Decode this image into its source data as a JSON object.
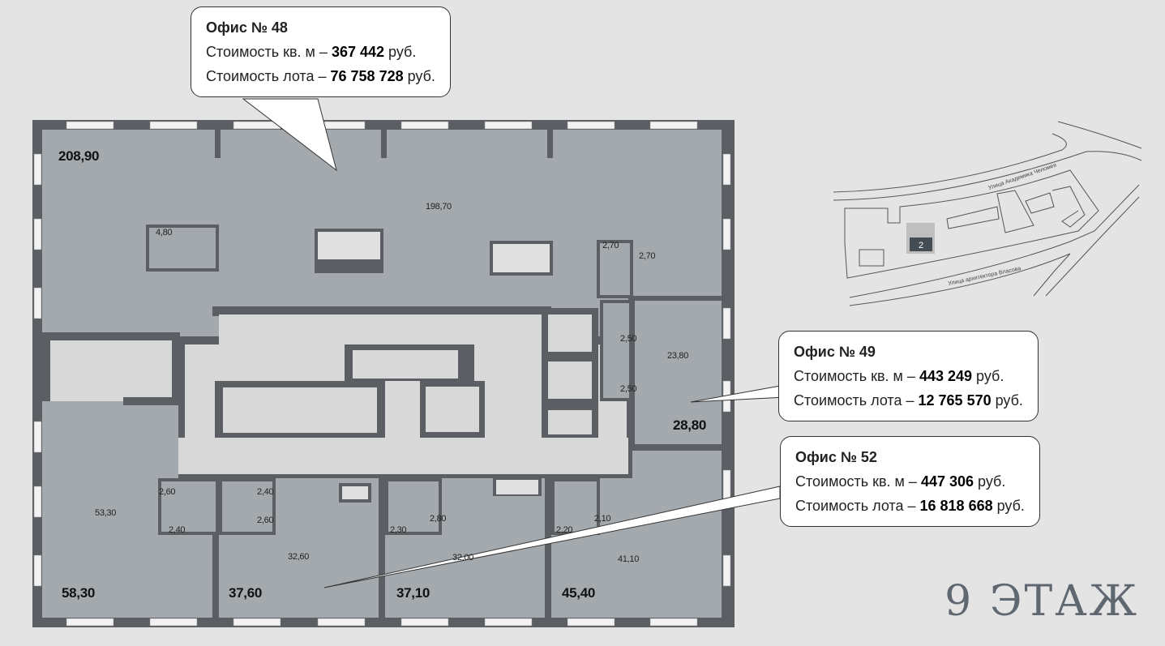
{
  "floor_title": "9 ЭТАЖ",
  "callouts": [
    {
      "title": "Офис № 48",
      "price_sqm_label": "Стоимость кв. м – ",
      "price_sqm": "367 442",
      "price_lot_label": "Стоимость лота – ",
      "price_lot": "76 758 728",
      "currency": " руб."
    },
    {
      "title": "Офис № 49",
      "price_sqm_label": "Стоимость кв. м – ",
      "price_sqm": "443 249",
      "price_lot_label": "Стоимость лота – ",
      "price_lot": "12 765 570",
      "currency": " руб."
    },
    {
      "title": "Офис № 52",
      "price_sqm_label": "Стоимость кв. м – ",
      "price_sqm": "447 306",
      "price_lot_label": "Стоимость лота – ",
      "price_lot": "16 818 668",
      "currency": " руб."
    }
  ],
  "office_totals": [
    "208,90",
    "28,80",
    "58,30",
    "37,60",
    "37,10",
    "45,40"
  ],
  "room_areas": [
    "198,70",
    "4,80",
    "2,70",
    "2,70",
    "2,50",
    "2,50",
    "23,80",
    "53,30",
    "2,60",
    "2,40",
    "2,40",
    "2,60",
    "32,60",
    "2,30",
    "2,80",
    "32,00",
    "2,20",
    "2,10",
    "41,10"
  ],
  "site_map": {
    "street_north": "Улица Академика Челомея",
    "street_south": "Улица архитектора Власова",
    "building_number": "2"
  },
  "colors": {
    "background": "#e4e4e4",
    "floor": "#a4a9ae",
    "wall": "#5b5e62",
    "core": "#d8d8d8"
  }
}
